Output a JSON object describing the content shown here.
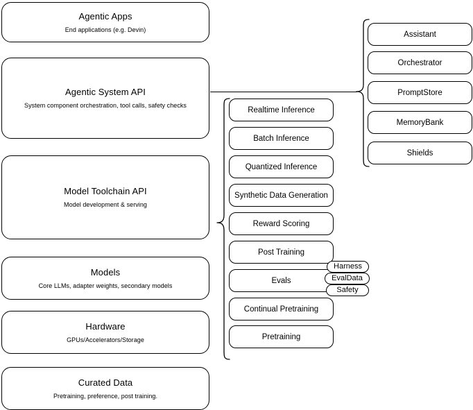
{
  "diagram": {
    "title_note": "Agentic stack layered architecture diagram",
    "stack": [
      {
        "title": "Agentic Apps",
        "subtitle": "End applications (e.g. Devin)"
      },
      {
        "title": "Agentic System API",
        "subtitle": "System component orchestration, tool calls, safety checks"
      },
      {
        "title": "Model Toolchain API",
        "subtitle": "Model development & serving"
      },
      {
        "title": "Models",
        "subtitle": "Core LLMs, adapter weights, secondary models"
      },
      {
        "title": "Hardware",
        "subtitle": "GPUs/Accelerators/Storage"
      },
      {
        "title": "Curated Data",
        "subtitle": "Pretraining, preference, post training."
      }
    ],
    "toolchain_items": [
      {
        "label": "Realtime Inference"
      },
      {
        "label": "Batch Inference"
      },
      {
        "label": "Quantized Inference"
      },
      {
        "label": "Synthetic Data Generation"
      },
      {
        "label": "Reward Scoring"
      },
      {
        "label": "Post Training"
      },
      {
        "label": "Evals"
      },
      {
        "label": "Continual Pretraining"
      },
      {
        "label": "Pretraining"
      }
    ],
    "system_items": [
      {
        "label": "Assistant"
      },
      {
        "label": "Orchestrator"
      },
      {
        "label": "PromptStore"
      },
      {
        "label": "MemoryBank"
      },
      {
        "label": "Shields"
      }
    ],
    "eval_badges": [
      {
        "label": "Harness"
      },
      {
        "label": "EvalData"
      },
      {
        "label": "Safety"
      }
    ],
    "colors": {
      "stroke": "#000000",
      "background": "#ffffff",
      "text": "#000000"
    }
  }
}
